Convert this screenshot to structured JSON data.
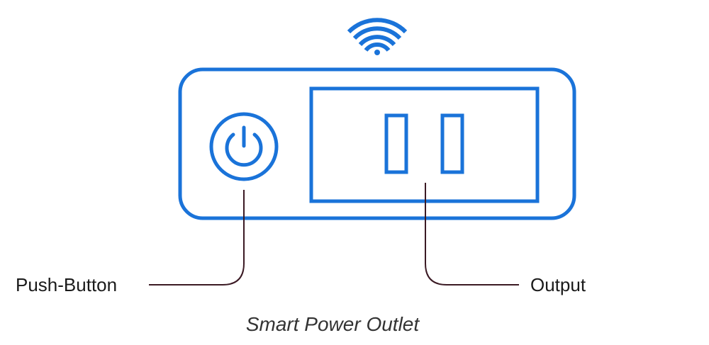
{
  "diagram": {
    "caption": "Smart Power Outlet",
    "labels": {
      "push_button": "Push-Button",
      "output": "Output"
    },
    "icons": {
      "wifi": "wifi-icon",
      "power": "power-icon"
    },
    "colors": {
      "device_outline": "#1a73d9",
      "leader_line": "#3b1a24",
      "text": "#1a1a1a"
    }
  }
}
